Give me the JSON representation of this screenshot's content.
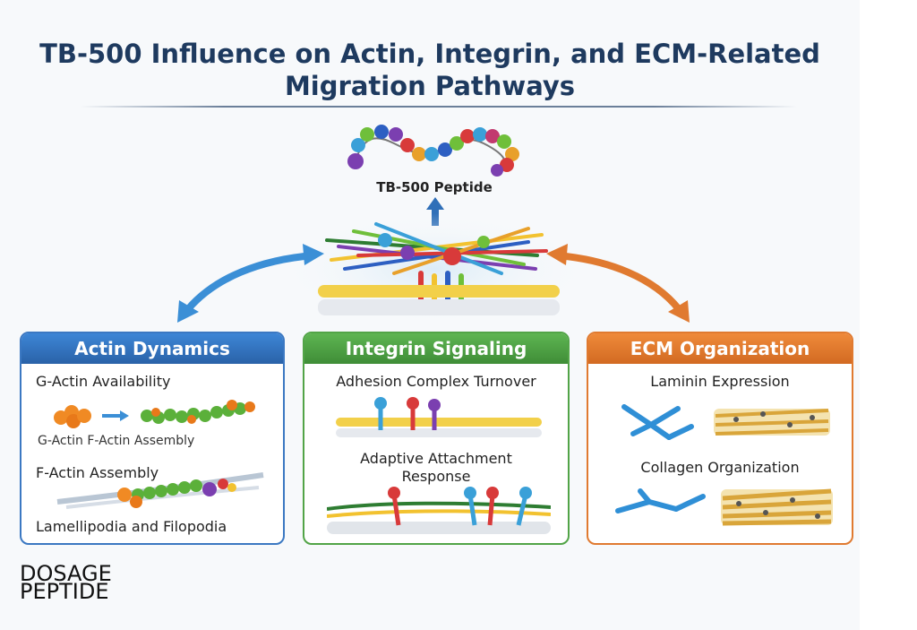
{
  "title": "TB-500 Influence on Actin, Integrin, and ECM-Related Migration Pathways",
  "peptide_label": "TB-500 Peptide",
  "panels": {
    "actin": {
      "heading": "Actin Dynamics",
      "items": [
        "G-Actin Availability",
        "G-Actin F-Actin Assembly",
        "F-Actin Assembly",
        "Lamellipodia and Filopodia"
      ]
    },
    "integrin": {
      "heading": "Integrin Signaling",
      "items": [
        "Adhesion Complex Turnover",
        "Adaptive Attachment Response"
      ]
    },
    "ecm": {
      "heading": "ECM Organization",
      "items": [
        "Laminin Expression",
        "Collagen Organization"
      ]
    }
  },
  "logo": {
    "line1": "DOSAGE",
    "line2": "PEPTIDE"
  },
  "colors": {
    "actin": "#3b78c2",
    "integrin": "#52a447",
    "ecm": "#e07a30",
    "title": "#1e3a5f"
  }
}
